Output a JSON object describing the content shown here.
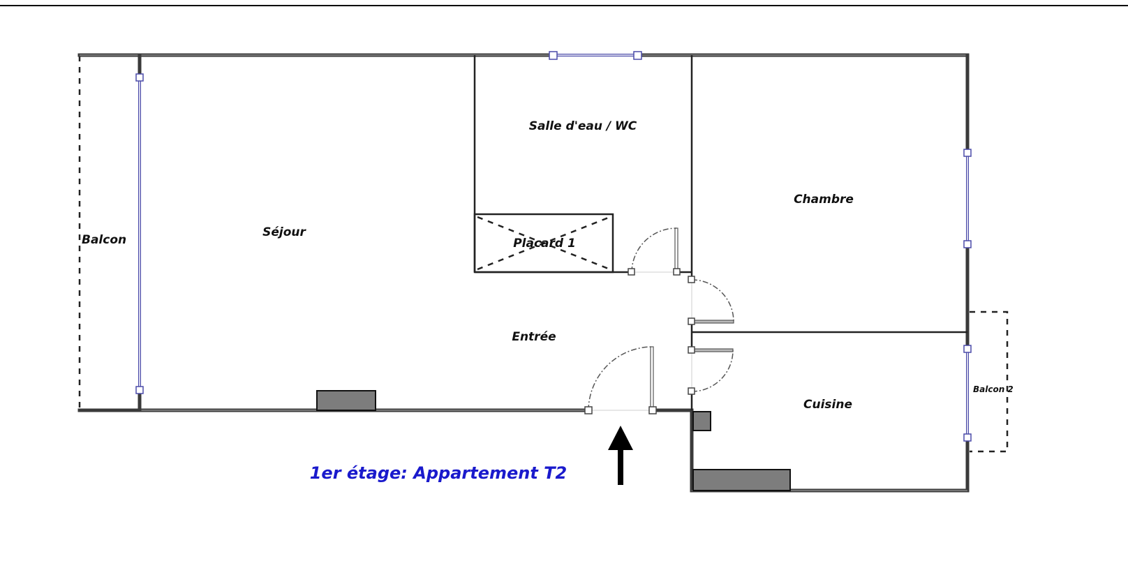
{
  "plan": {
    "title": "1er étage: Appartement T2",
    "title_color": "#1a1acc",
    "rooms": {
      "balcon": "Balcon",
      "sejour": "Séjour",
      "salle_eau": "Salle d'eau / WC",
      "placard": "Placard 1",
      "chambre": "Chambre",
      "entree": "Entrée",
      "cuisine": "Cuisine",
      "balcon2": "Balcon 2"
    },
    "symbols": {
      "entrance_arrow": "arrow-up",
      "window_color": "#4a4aa8",
      "wall_color": "#3a3a3a",
      "radiator_color": "#7d7d7d"
    }
  }
}
